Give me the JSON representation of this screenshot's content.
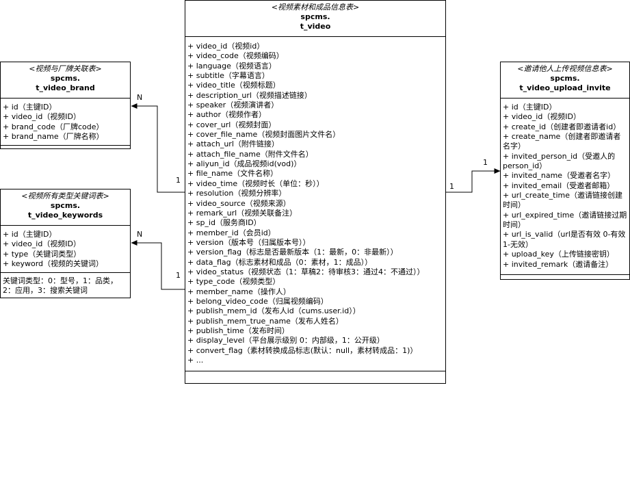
{
  "entities": {
    "video": {
      "stereotype": "<视频素材和成品信息表>",
      "schema": "spcms.",
      "table": "t_video",
      "fields": [
        "+ video_id（视频id）",
        "+ video_code（视频编码）",
        "+ language（视频语言）",
        "+ subtitle（字幕语言）",
        "+ video_title（视频标题）",
        "+ description_url（视频描述链接）",
        "+ speaker（视频演讲者）",
        "+ author（视频作者）",
        "+ cover_url（视频封面）",
        "+ cover_file_name（视频封面图片文件名）",
        "+ attach_url（附件链接）",
        "+ attach_file_name（附件文件名）",
        "+ aliyun_id（成品视频id(vod)）",
        "+ file_name（文件名称）",
        "+ video_time（视频时长（单位：秒））",
        "+ resolution（视频分辨率）",
        "+ video_source（视频来源）",
        "+ remark_url（视频关联备注）",
        "+ sp_id（服务商ID）",
        "+ member_id（会员id）",
        "+ version（版本号（归属版本号））",
        "+ version_flag（标志是否最新版本（1：最新，0：非最新））",
        "+ data_flag（标志素材和成品（0：素材，1：成品））",
        "+ video_status（视频状态（1：草稿2：待审核3：通过4：不通过））",
        "+ type_code（视频类型）",
        "+ member_name（操作人）",
        "+ belong_video_code（归属视频编码）",
        "+ publish_mem_id（发布人id（cums.user.id））",
        "+ publish_mem_true_name（发布人姓名）",
        "+ publish_time（发布时间）",
        "+ display_level（平台展示级别 0：内部级，1：公开级）",
        "+ convert_flag（素材转换成品标志(默认：null，素材转成品：1)）",
        "+ ..."
      ]
    },
    "brand": {
      "stereotype": "<视频与厂牌关联表>",
      "schema": "spcms.",
      "table": "t_video_brand",
      "fields": [
        "+ id（主键ID）",
        "+ video_id（视频ID）",
        "+ brand_code（厂牌code）",
        "+ brand_name（厂牌名称）"
      ]
    },
    "keywords": {
      "stereotype": "<视频所有类型关键词表>",
      "schema": "spcms.",
      "table": "t_video_keywords",
      "fields": [
        "+ id（主键ID）",
        "+ video_id（视频ID）",
        "+ type（关键词类型）",
        "+ keyword（视频的关键词）"
      ],
      "note": "关键词类型：0：型号，1：品类，2：应用，3：搜索关键词"
    },
    "invite": {
      "stereotype": "<邀请他人上传视频信息表>",
      "schema": "spcms.",
      "table": "t_video_upload_invite",
      "fields": [
        "+ id（主键ID）",
        "+ video_id（视频ID）",
        "+ create_id（创建者即邀请者id）",
        "+ create_name（创建者即邀请者名字）",
        "+ invited_person_id（受邀人的person_id）",
        "+ invited_name（受邀者名字）",
        "+ invited_email（受邀者邮箱）",
        "+ url_create_time（邀请链接创建时间）",
        "+ url_expired_time（邀请链接过期时间）",
        "+ url_is_valid（url是否有效 0-有效1-无效）",
        "+ upload_key（上传链接密钥）",
        "+ invited_remark（邀请备注）"
      ]
    }
  },
  "relations": {
    "video_brand": {
      "source": "1",
      "target": "N"
    },
    "video_keywords": {
      "source": "1",
      "target": "N"
    },
    "video_invite": {
      "source": "1",
      "target": "1"
    }
  }
}
